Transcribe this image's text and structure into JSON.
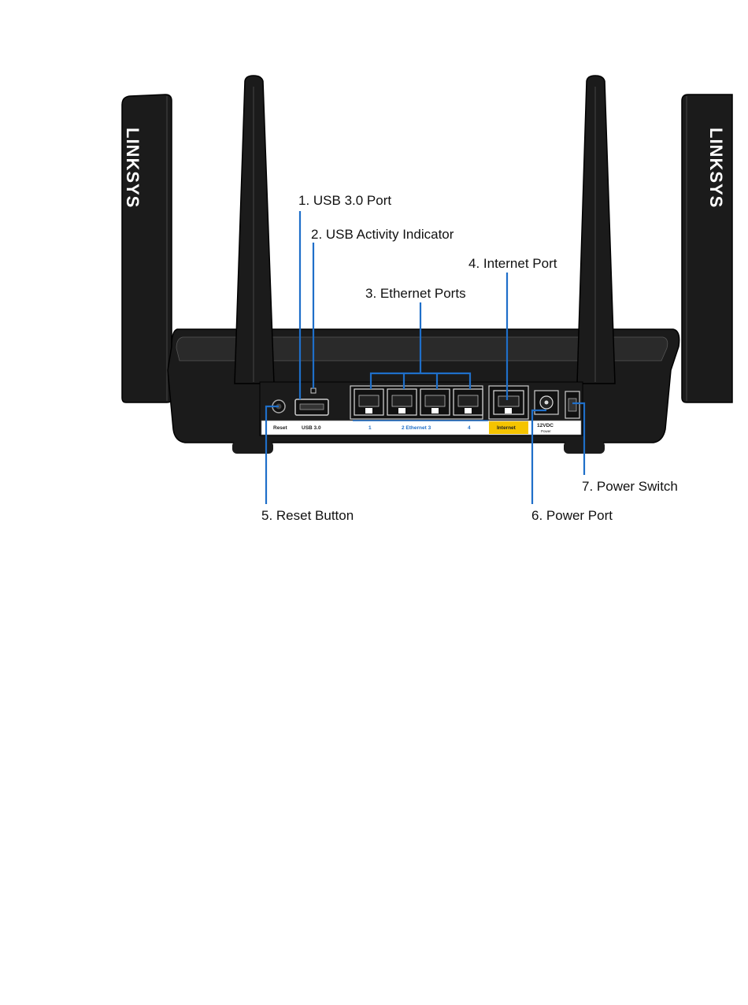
{
  "brand": "LINKSYS",
  "colors": {
    "callout_line": "#1f6fc9",
    "router_body": "#1b1b1b",
    "internet_label_bg": "#f5c400"
  },
  "callouts": {
    "usb_port": "1. USB 3.0 Port",
    "usb_activity": "2. USB Activity Indicator",
    "ethernet_ports": "3. Ethernet Ports",
    "internet_port": "4. Internet Port",
    "reset_button": "5. Reset Button",
    "power_port": "6. Power Port",
    "power_switch": "7. Power Switch"
  },
  "panel_labels": {
    "reset": "Reset",
    "usb": "USB 3.0",
    "eth1": "1",
    "eth23": "2  Ethernet  3",
    "eth4": "4",
    "internet": "Internet",
    "power_voltage": "12VDC",
    "power_word": "Power"
  }
}
